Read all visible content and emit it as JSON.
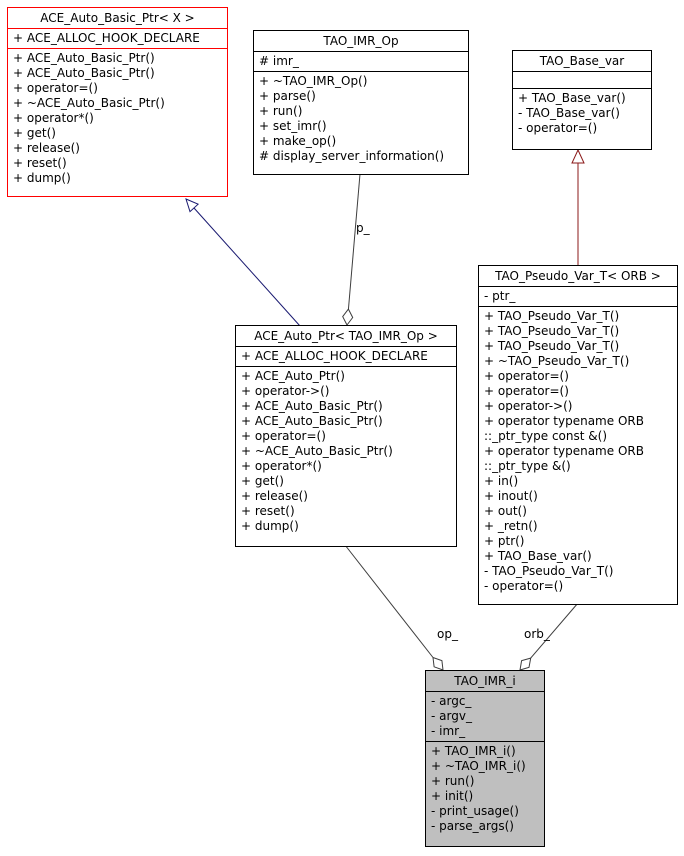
{
  "diagram": {
    "classes": {
      "ace_auto_basic_ptr": {
        "title": "ACE_Auto_Basic_Ptr< X >",
        "attributes": [
          "+ ACE_ALLOC_HOOK_DECLARE"
        ],
        "methods": [
          "+ ACE_Auto_Basic_Ptr()",
          "+ ACE_Auto_Basic_Ptr()",
          "+ operator=()",
          "+ ~ACE_Auto_Basic_Ptr()",
          "+ operator*()",
          "+ get()",
          "+ release()",
          "+ reset()",
          "+ dump()"
        ]
      },
      "tao_imr_op": {
        "title": "TAO_IMR_Op",
        "attributes": [
          "# imr_"
        ],
        "methods": [
          "+ ~TAO_IMR_Op()",
          "+ parse()",
          "+ run()",
          "+ set_imr()",
          "+ make_op()",
          "# display_server_information()"
        ]
      },
      "tao_base_var": {
        "title": "TAO_Base_var",
        "attributes": [],
        "methods": [
          "+ TAO_Base_var()",
          "- TAO_Base_var()",
          "- operator=()"
        ]
      },
      "ace_auto_ptr": {
        "title": "ACE_Auto_Ptr< TAO_IMR_Op >",
        "attributes": [
          "+ ACE_ALLOC_HOOK_DECLARE"
        ],
        "methods": [
          "+ ACE_Auto_Ptr()",
          "+ operator->()",
          "+ ACE_Auto_Basic_Ptr()",
          "+ ACE_Auto_Basic_Ptr()",
          "+ operator=()",
          "+ ~ACE_Auto_Basic_Ptr()",
          "+ operator*()",
          "+ get()",
          "+ release()",
          "+ reset()",
          "+ dump()"
        ]
      },
      "tao_pseudo_var_t": {
        "title": "TAO_Pseudo_Var_T< ORB >",
        "attributes": [
          "- ptr_"
        ],
        "methods": [
          "+ TAO_Pseudo_Var_T()",
          "+ TAO_Pseudo_Var_T()",
          "+ TAO_Pseudo_Var_T()",
          "+ ~TAO_Pseudo_Var_T()",
          "+ operator=()",
          "+ operator=()",
          "+ operator->()",
          "+ operator typename ORB",
          "::_ptr_type const &()",
          "+ operator typename ORB",
          "::_ptr_type &()",
          "+ in()",
          "+ inout()",
          "+ out()",
          "+ _retn()",
          "+ ptr()",
          "+ TAO_Base_var()",
          "- TAO_Pseudo_Var_T()",
          "- operator=()"
        ]
      },
      "tao_imr_i": {
        "title": "TAO_IMR_i",
        "attributes": [
          "- argc_",
          "- argv_",
          "- imr_"
        ],
        "methods": [
          "+ TAO_IMR_i()",
          "+ ~TAO_IMR_i()",
          "+ run()",
          "+ init()",
          "- print_usage()",
          "- parse_args()"
        ]
      }
    },
    "edge_labels": {
      "p": "p_",
      "op": "op_",
      "orb": "orb_"
    },
    "colors": {
      "inheritance_public": "#191970",
      "inheritance_protected": "#8b1a1a",
      "aggregation_edge": "#3d3d3d",
      "highlight_border": "#ff0000",
      "current_class_fill": "#bfbfbf"
    }
  }
}
